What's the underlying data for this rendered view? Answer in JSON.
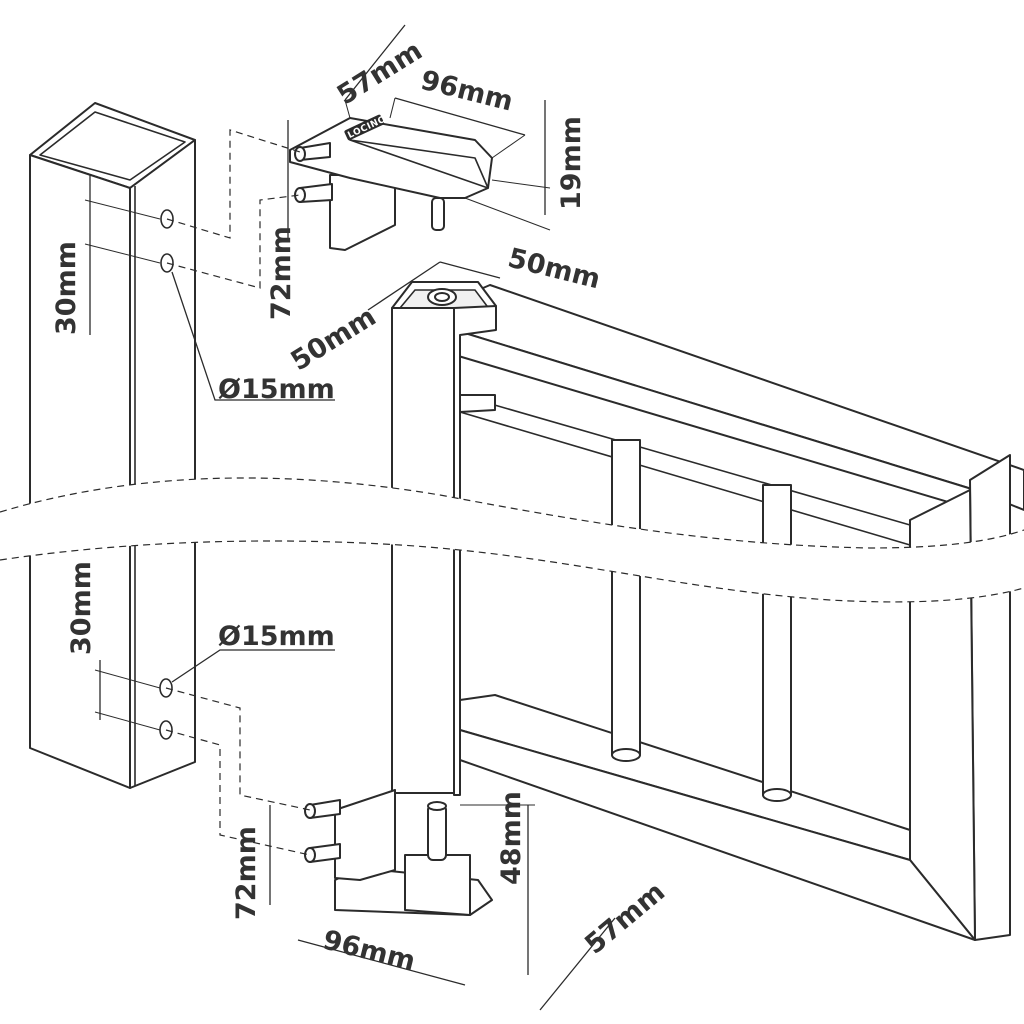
{
  "diagram": {
    "brand_text": "LOCINOX",
    "dimensions": {
      "top_hinge_depth": "57mm",
      "top_hinge_length": "96mm",
      "top_hinge_height": "19mm",
      "top_hinge_bracket_height": "72mm",
      "post_width": "50mm",
      "post_depth": "50mm",
      "top_hole_spacing": "30mm",
      "top_hole_diameter": "Ø15mm",
      "bottom_hole_spacing": "30mm",
      "bottom_hole_diameter": "Ø15mm",
      "bottom_hinge_bracket_height": "72mm",
      "bottom_hinge_length": "96mm",
      "bottom_pin_height": "48mm",
      "bottom_hinge_depth": "57mm"
    }
  }
}
